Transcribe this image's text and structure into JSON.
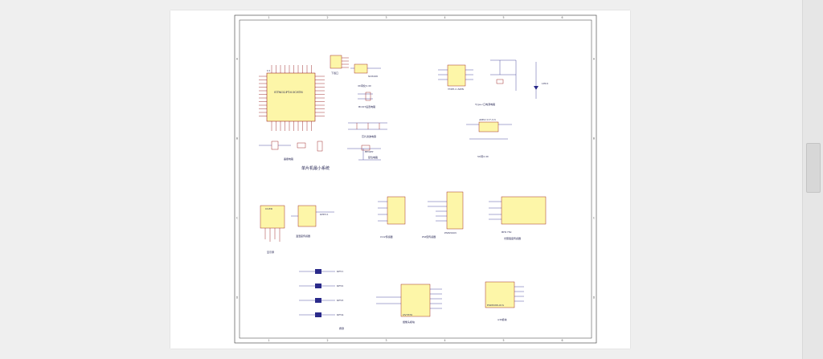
{
  "zone_columns": [
    "1",
    "2",
    "3",
    "4",
    "5",
    "6"
  ],
  "zone_rows": [
    "A",
    "B",
    "C",
    "D"
  ],
  "blocks": {
    "mcu": {
      "chip": "STM32F103C8T6",
      "caption": "单片机最小系统",
      "ref": "U1",
      "crystal": "晶振电路"
    },
    "header": {
      "caption": "下载口"
    },
    "ldo": {
      "caption": "3V转化3.3V",
      "part": "XC6206"
    },
    "boot": {
      "caption": "BOOT设置电路"
    },
    "typec": {
      "caption": "Type-c口电源电路",
      "part": "TYPE-C-6PIN"
    },
    "decoupling": {
      "caption": "芯片滤波电容"
    },
    "reset": {
      "caption": "复位电路",
      "label": "RESET"
    },
    "buck": {
      "caption": "5V转3.3V",
      "part": "AMS1117-3.3"
    },
    "led": {
      "label": "LED1"
    },
    "oled": {
      "caption": "显示屏",
      "part": "OLED"
    },
    "dht": {
      "caption": "温湿度传感器",
      "part": "DHT11"
    },
    "co2": {
      "caption": "CO2传感器"
    },
    "pm": {
      "caption": "PM值传感器",
      "part": "PMS5003"
    },
    "light": {
      "caption": "光照强度传感器",
      "part": "BH1750"
    },
    "keys": {
      "caption": "按键",
      "items": [
        "KEY1",
        "KEY2",
        "KEY3",
        "KEY4"
      ]
    },
    "camera": {
      "caption": "摄像头模块",
      "part": "OV7670"
    },
    "wifi": {
      "caption": "wifi模块",
      "part": "ESP8266-01S"
    }
  },
  "colors": {
    "ink": "#1a1a4a",
    "chip_fill": "#fdf6a8",
    "chip_stroke": "#8a0000",
    "pin": "#8a0000",
    "net": "#2a2a8a",
    "border": "#333333",
    "power": "#cc0000",
    "ground": "#00a000"
  }
}
